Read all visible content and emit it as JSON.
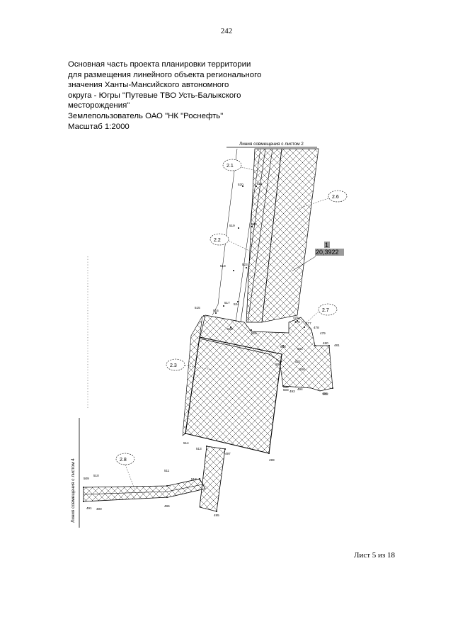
{
  "page_number": "242",
  "title_lines": [
    "Основная часть проекта планировки территории",
    "для размещения линейного объекта регионального",
    "значения Ханты-Мансийского автономного",
    "округа - Югры \"Путевые ТВО Усть-Балыкского",
    "месторождения\"",
    "Землепользователь ОАО \"НК \"Роснефть\"",
    "Масштаб 1:2000"
  ],
  "match_lines": {
    "top": "Линия совмещения с листом 2",
    "left": "Линия совмещения с листом 4"
  },
  "zones": [
    "2.1",
    "2.2",
    "2.3",
    "2.6",
    "2.7",
    "2.8"
  ],
  "parcel": {
    "number": "1",
    "area": "20,3922"
  },
  "points": [
    "520",
    "521",
    "519",
    "522",
    "518",
    "523",
    "517",
    "524",
    "516",
    "515",
    "525",
    "526",
    "527",
    "475",
    "476",
    "477",
    "478",
    "479",
    "480",
    "481",
    "505",
    "504",
    "503",
    "502",
    "506",
    "501",
    "498",
    "493",
    "494",
    "492",
    "514",
    "513",
    "497",
    "499",
    "509",
    "510",
    "511",
    "512",
    "491",
    "490",
    "496",
    "495"
  ],
  "sheet_footer": "Лист 5 из 18",
  "colors": {
    "ink": "#000000",
    "hatch": "#333333",
    "highlight": "#9a9a9a"
  }
}
